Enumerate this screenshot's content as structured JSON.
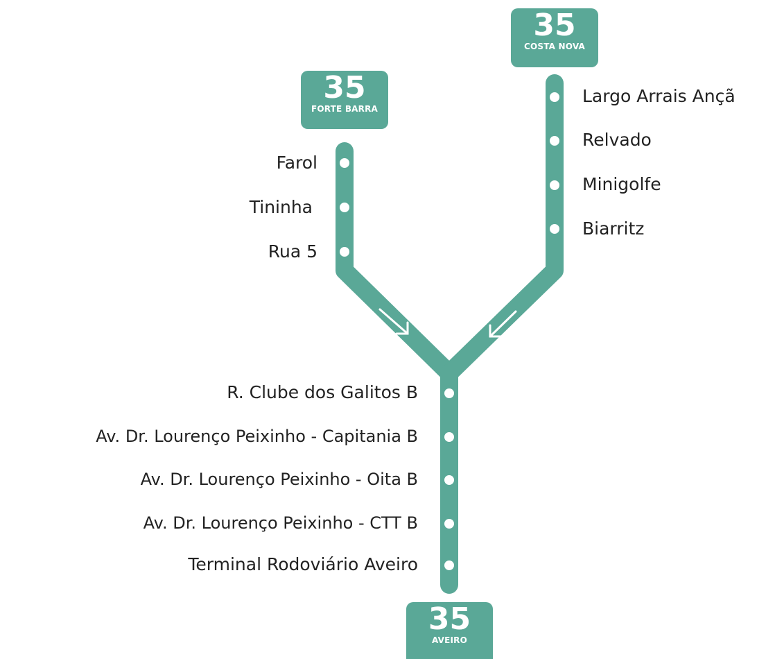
{
  "route_number": "35",
  "line_color": "#5aa897",
  "terminals": {
    "forte_barra": {
      "number": "35",
      "name": "FORTE BARRA"
    },
    "costa_nova": {
      "number": "35",
      "name": "COSTA NOVA"
    },
    "aveiro": {
      "number": "35",
      "name": "AVEIRO"
    }
  },
  "branches": {
    "forte_barra": {
      "stops": [
        "Farol",
        "Tininha",
        "Rua 5"
      ]
    },
    "costa_nova": {
      "stops": [
        "Largo Arrais Ançã",
        "Relvado",
        "Minigolfe",
        "Biarritz"
      ]
    }
  },
  "trunk": {
    "stops": [
      "R. Clube dos Galitos B",
      "Av. Dr. Lourenço Peixinho - Capitania B",
      "Av. Dr. Lourenço Peixinho - Oita B",
      "Av. Dr. Lourenço Peixinho - CTT B",
      "Terminal Rodoviário Aveiro"
    ]
  }
}
